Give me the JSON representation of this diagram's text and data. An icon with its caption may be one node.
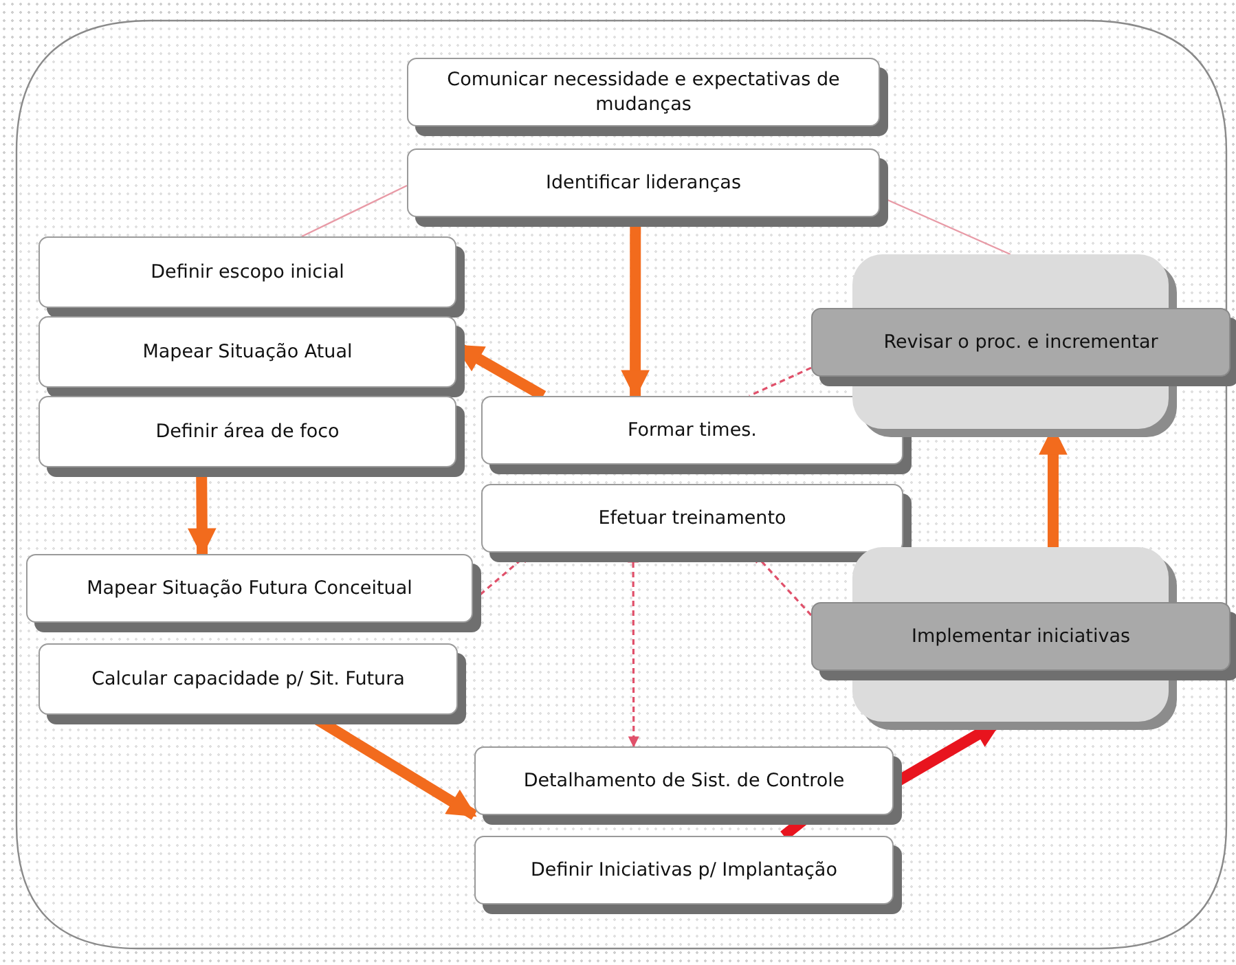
{
  "diagram": {
    "nodes": [
      {
        "text": [
          "Comunicar necessidade e expectativas de mudanças"
        ]
      },
      {
        "text": [
          "Identificar lideranças"
        ]
      },
      {
        "text": [
          "Definir escopo inicial"
        ]
      },
      {
        "text": [
          "Mapear Situação Atual"
        ]
      },
      {
        "text": [
          "Definir área de foco"
        ]
      },
      {
        "text": [
          "Formar times."
        ]
      },
      {
        "text": [
          "Efetuar treinamento"
        ]
      },
      {
        "text": [
          "Revisar o proc. e incrementar"
        ]
      },
      {
        "text": [
          "Mapear Situação Futura Conceitual"
        ]
      },
      {
        "text": [
          "Calcular capacidade p/ Sit. Futura"
        ]
      },
      {
        "text": [
          "Implementar iniciativas"
        ]
      },
      {
        "text": [
          "Detalhamento de Sist. de Controle"
        ]
      },
      {
        "text": [
          "Definir Iniciativas p/ Implantação"
        ]
      }
    ],
    "edges": [
      {
        "from": 1,
        "to": 5,
        "arrow": "to"
      },
      {
        "from": 5,
        "to": 3,
        "arrow": "to"
      },
      {
        "from": 4,
        "to": 8,
        "arrow": "to"
      },
      {
        "from": 9,
        "to": 11,
        "arrow": "to"
      },
      {
        "from": 11,
        "to": 10,
        "arrow": "to",
        "color": "#e8141e"
      },
      {
        "from": 12,
        "to": 11,
        "arrow": "none",
        "color": "#e8141e"
      },
      {
        "from": 10,
        "to": 7,
        "arrow": "to"
      },
      {
        "from": 1,
        "to": 2,
        "arrow": "none",
        "color": "#e89aa6"
      },
      {
        "from": 1,
        "to": 7,
        "arrow": "none",
        "color": "#e89aa6"
      },
      {
        "from": 7,
        "to": 5,
        "arrow": "none",
        "style": "dashed",
        "color": "#e0506a"
      },
      {
        "from": 8,
        "to": 6,
        "arrow": "to",
        "style": "dashed",
        "color": "#e0506a"
      },
      {
        "from": 10,
        "to": 6,
        "arrow": "to",
        "style": "dashed",
        "color": "#e0506a"
      },
      {
        "from": 6,
        "to": 11,
        "arrow": "both",
        "style": "dashed",
        "color": "#e0506a"
      }
    ]
  }
}
